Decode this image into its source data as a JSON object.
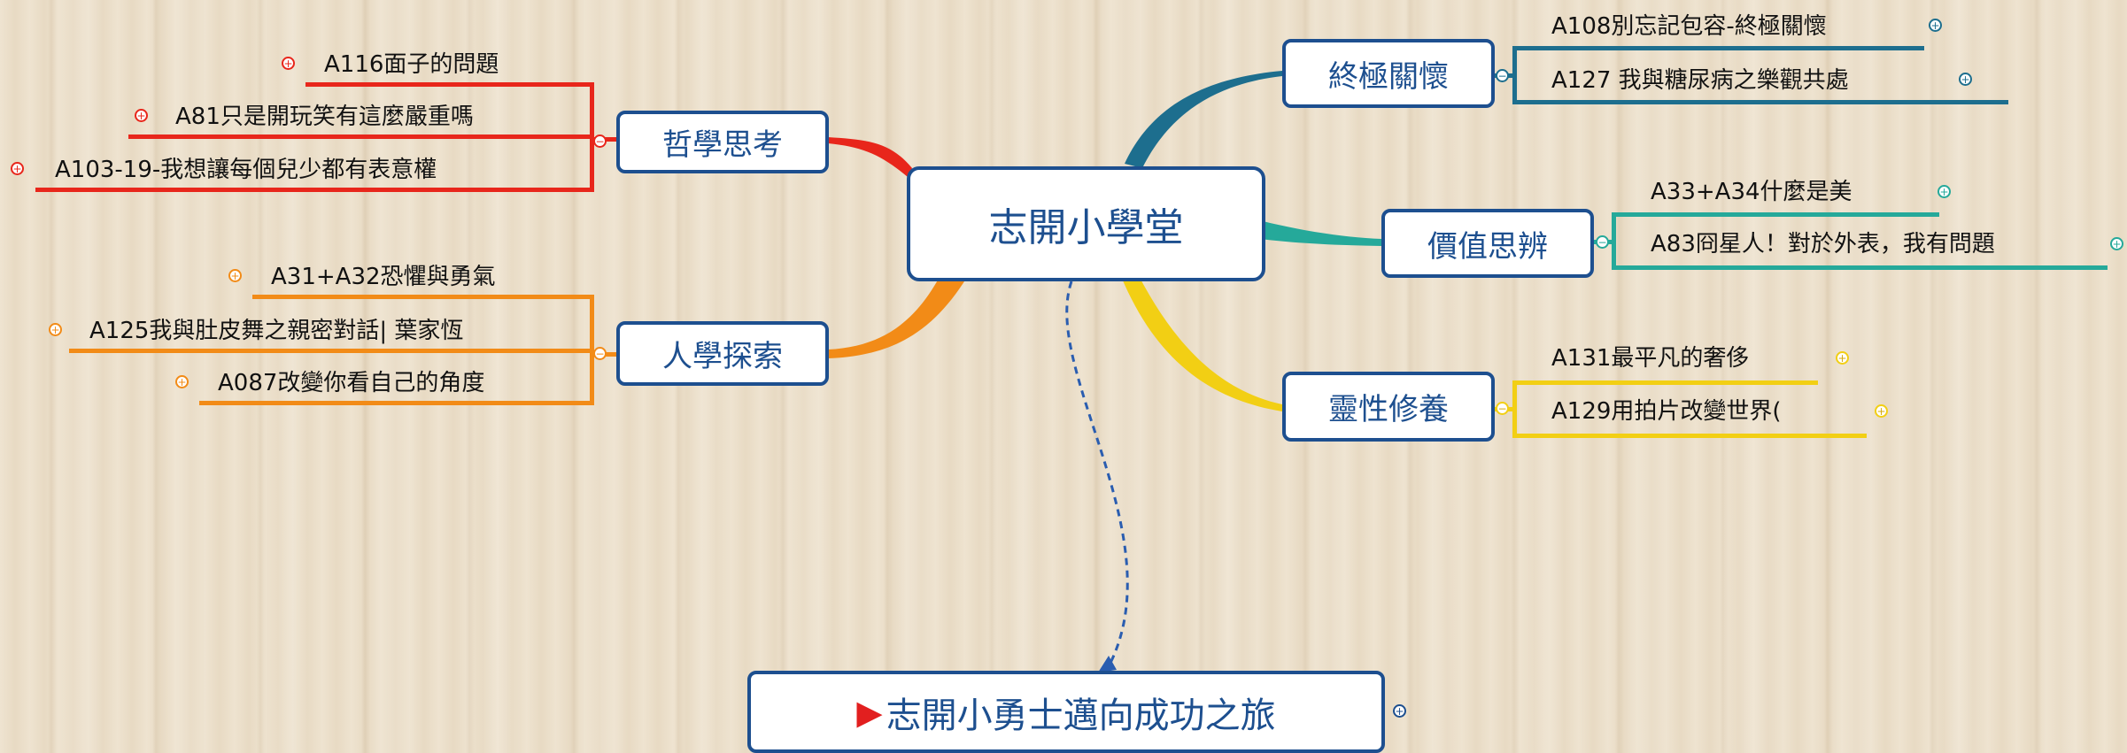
{
  "central": "志開小學堂",
  "bottom_node": {
    "flag_icon": "red-flag-icon",
    "label": "志開小勇士邁向成功之旅"
  },
  "branches": [
    {
      "label": "哲學思考",
      "color": "#e8261b",
      "items": [
        "A116面子的問題",
        "A81只是開玩笑有這麼嚴重嗎",
        "A103-19-我想讓每個兒少都有表意權"
      ]
    },
    {
      "label": "人學探索",
      "color": "#f28b17",
      "items": [
        "A31+A32恐懼與勇氣",
        "A125我與肚皮舞之親密對話| 葉家恆",
        "A087改變你看自己的角度"
      ]
    },
    {
      "label": "終極關懷",
      "color": "#1d6e8e",
      "items": [
        "A108別忘記包容-終極關懷",
        "A127 我與糖尿病之樂觀共處"
      ]
    },
    {
      "label": "價值思辨",
      "color": "#25a99a",
      "items": [
        "A33+A34什麼是美",
        "A83冏星人！對於外表，我有問題"
      ]
    },
    {
      "label": "靈性修養",
      "color": "#f2cf14",
      "items": [
        "A131最平凡的奢侈",
        "A129用拍片改變世界("
      ]
    }
  ],
  "expand_symbol": "+",
  "collapse_symbol": "−"
}
